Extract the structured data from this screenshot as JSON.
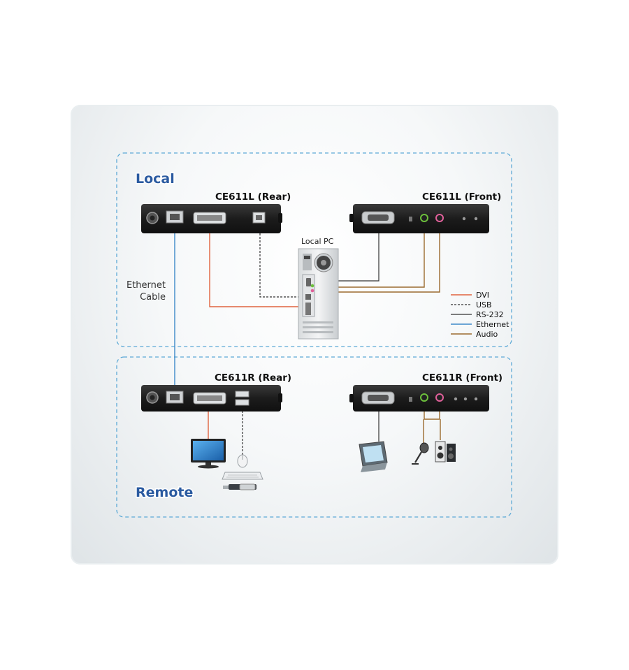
{
  "zones": {
    "local": "Local",
    "remote": "Remote"
  },
  "devices": {
    "local_rear": "CE611L (Rear)",
    "local_front": "CE611L (Front)",
    "remote_rear": "CE611R (Rear)",
    "remote_front": "CE611R (Front)",
    "local_pc": "Local PC"
  },
  "ethernet_label": {
    "line1": "Ethernet",
    "line2": "Cable"
  },
  "legend": [
    {
      "label": "DVI",
      "color": "#e0633f",
      "dashed": false
    },
    {
      "label": "USB",
      "color": "#333333",
      "dashed": true
    },
    {
      "label": "RS-232",
      "color": "#333333",
      "dashed": false
    },
    {
      "label": "Ethernet",
      "color": "#3d89c9",
      "dashed": false
    },
    {
      "label": "Audio",
      "color": "#9b6b2f",
      "dashed": false
    }
  ],
  "colors": {
    "zone_border": "#5ca9d6",
    "device_body": "#1e1e1e",
    "dvi": "#e0633f",
    "usb": "#333333",
    "rs232": "#333333",
    "ethernet": "#3d89c9",
    "audio": "#9b6b2f"
  }
}
